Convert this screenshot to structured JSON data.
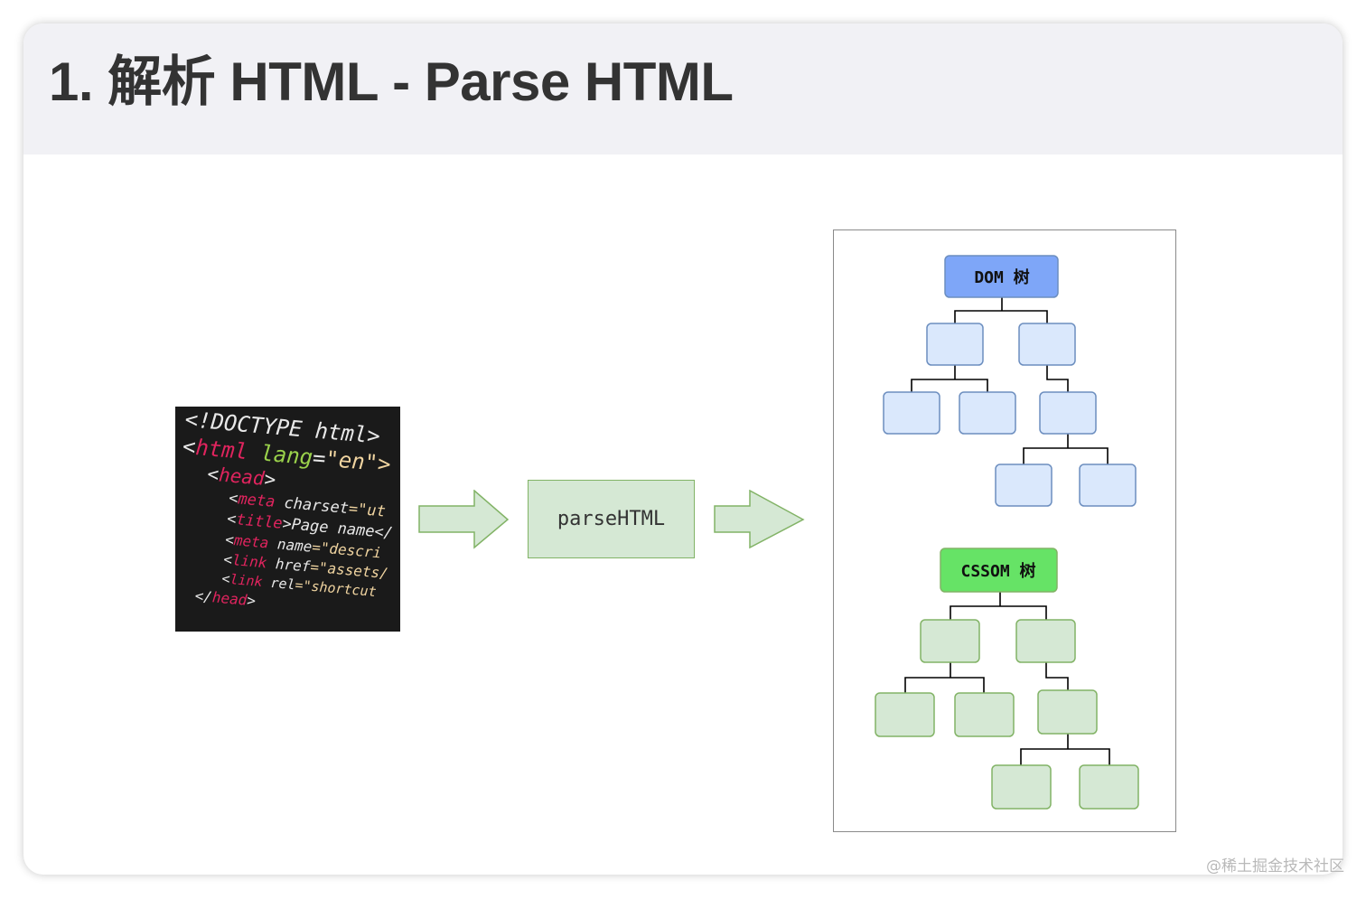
{
  "header": {
    "title": "1. 解析 HTML - Parse HTML"
  },
  "code_image": {
    "lines": [
      {
        "parts": [
          {
            "t": "<!DOCTYPE ",
            "c": "punc"
          },
          {
            "t": "html>",
            "c": "punc"
          }
        ]
      },
      {
        "parts": [
          {
            "t": "<",
            "c": "punc"
          },
          {
            "t": "html",
            "c": "tag"
          },
          {
            "t": " lang",
            "c": "attr"
          },
          {
            "t": "=",
            "c": "punc"
          },
          {
            "t": "\"en\">",
            "c": "str"
          }
        ]
      },
      {
        "parts": [
          {
            "t": "<",
            "c": "punc"
          },
          {
            "t": "head",
            "c": "tag"
          },
          {
            "t": ">",
            "c": "punc"
          }
        ]
      },
      {
        "parts": [
          {
            "t": "<",
            "c": "punc"
          },
          {
            "t": "meta",
            "c": "tag"
          },
          {
            "t": " charset",
            "c": "punc"
          },
          {
            "t": "=\"ut",
            "c": "str"
          }
        ]
      },
      {
        "parts": [
          {
            "t": "<",
            "c": "punc"
          },
          {
            "t": "title",
            "c": "tag"
          },
          {
            "t": ">Page name</",
            "c": "punc"
          }
        ]
      },
      {
        "parts": [
          {
            "t": "<",
            "c": "punc"
          },
          {
            "t": "meta",
            "c": "tag"
          },
          {
            "t": " name",
            "c": "punc"
          },
          {
            "t": "=\"descri",
            "c": "str"
          }
        ]
      },
      {
        "parts": [
          {
            "t": "<",
            "c": "punc"
          },
          {
            "t": "link",
            "c": "tag"
          },
          {
            "t": " href",
            "c": "punc"
          },
          {
            "t": "=\"assets/",
            "c": "str"
          }
        ]
      },
      {
        "parts": [
          {
            "t": "<",
            "c": "punc"
          },
          {
            "t": "link",
            "c": "tag"
          },
          {
            "t": " rel",
            "c": "punc"
          },
          {
            "t": "=\"shortcut",
            "c": "str"
          }
        ]
      },
      {
        "parts": [
          {
            "t": "</",
            "c": "punc"
          },
          {
            "t": "head",
            "c": "tag"
          },
          {
            "t": ">",
            "c": "punc"
          }
        ]
      }
    ]
  },
  "process": {
    "label": "parseHTML"
  },
  "dom_tree": {
    "label": "DOM 树",
    "fill": "#7ea6f8",
    "node_fill": "#dae8fc",
    "stroke": "#6c8ebf"
  },
  "cssom_tree": {
    "label": "CSSOM 树",
    "fill": "#66e366",
    "node_fill": "#d5e8d4",
    "stroke": "#82b366"
  },
  "arrow_color": {
    "fill": "#d5e8d4",
    "stroke": "#82b366"
  },
  "watermark": "@稀土掘金技术社区"
}
